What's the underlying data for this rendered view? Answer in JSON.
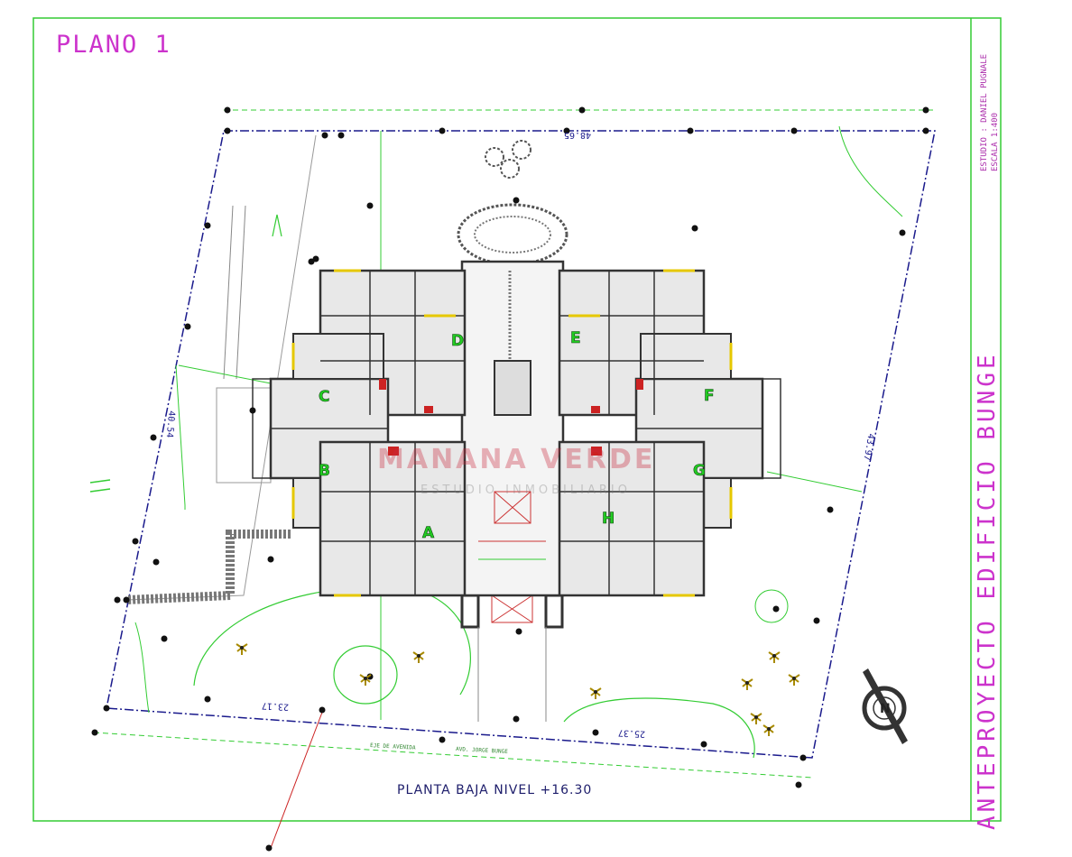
{
  "sheet": {
    "title": "PLANO 1",
    "studio_line1": "ESTUDIO : DANIEL PUGNALE",
    "studio_line2": "ESCALA 1:400",
    "project_title": "ANTEPROYECTO EDIFICIO BUNGE",
    "subtitle": "PLANTA BAJA NIVEL +16.30"
  },
  "dimensions": {
    "north": "48.65",
    "west": "40.54",
    "east": "43.97",
    "south_west": "23.17",
    "south_east": "25.37"
  },
  "street_labels": [
    "EJE DE AVENIDA",
    "AVD. JORGE BUNGE"
  ],
  "units": [
    "A",
    "B",
    "C",
    "D",
    "E",
    "F",
    "G",
    "H"
  ],
  "watermark": {
    "line1": "MANANA VERDE",
    "line2": "ESTUDIO INMOBILIARIO"
  },
  "colors": {
    "frame": "#33cc33",
    "title": "#cc33cc",
    "walls": "#333333",
    "fill": "#e8e8e8",
    "unit_letter": "#22cc22",
    "boundary": "#1a1a8c",
    "dashed": "#33cc33"
  }
}
